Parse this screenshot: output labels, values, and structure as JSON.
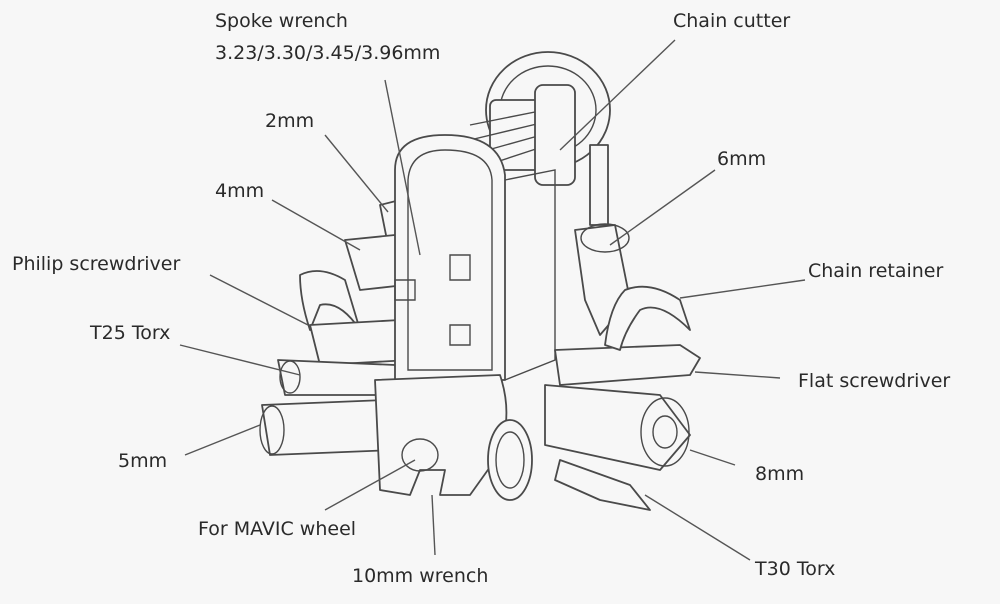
{
  "labels": {
    "spoke_wrench_line1": "Spoke wrench",
    "spoke_wrench_line2": "3.23/3.30/3.45/3.96mm",
    "chain_cutter": "Chain cutter",
    "hex_2mm": "2mm",
    "hex_4mm": "4mm",
    "hex_6mm": "6mm",
    "philip_screwdriver": "Philip screwdriver",
    "chain_retainer": "Chain retainer",
    "t25_torx": "T25 Torx",
    "flat_screwdriver": "Flat screwdriver",
    "hex_5mm": "5mm",
    "hex_8mm": "8mm",
    "mavic_wheel": "For MAVIC wheel",
    "wrench_10mm": "10mm wrench",
    "t30_torx": "T30 Torx"
  },
  "colors": {
    "line": "#555555",
    "text": "#2a2a2a",
    "background": "#f7f7f7"
  }
}
